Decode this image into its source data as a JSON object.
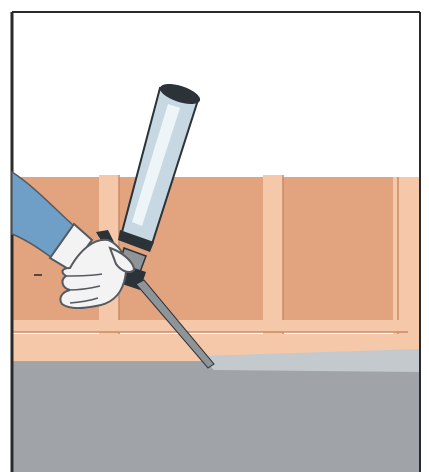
{
  "illustration": {
    "icons": {
      "frame": "picture-frame",
      "wall": "wall-panel",
      "studs": "wooden-stud",
      "beam": "sill-plate",
      "floor": "concrete-floor",
      "gun": "foam-gun-icon",
      "can": "foam-can-icon",
      "hand": "gloved-hand-icon",
      "sleeve": "sleeve-icon"
    },
    "colors": {
      "background": "#ffffff",
      "border": "#2a2a2a",
      "wall": "#e2a37f",
      "wall_shadow": "#cf8e6a",
      "stud": "#f4c8a8",
      "stud_edge": "#c98a68",
      "floor": "#a0a4a9",
      "floor_light": "#c4c9ce",
      "sleeve": "#6f9fc6",
      "glove": "#f3f3f3",
      "glove_edge": "#555a60",
      "can_body": "#c7d8e2",
      "can_highlight": "#eef5f8",
      "can_dark": "#2b3238",
      "nozzle": "#8f9498"
    }
  }
}
